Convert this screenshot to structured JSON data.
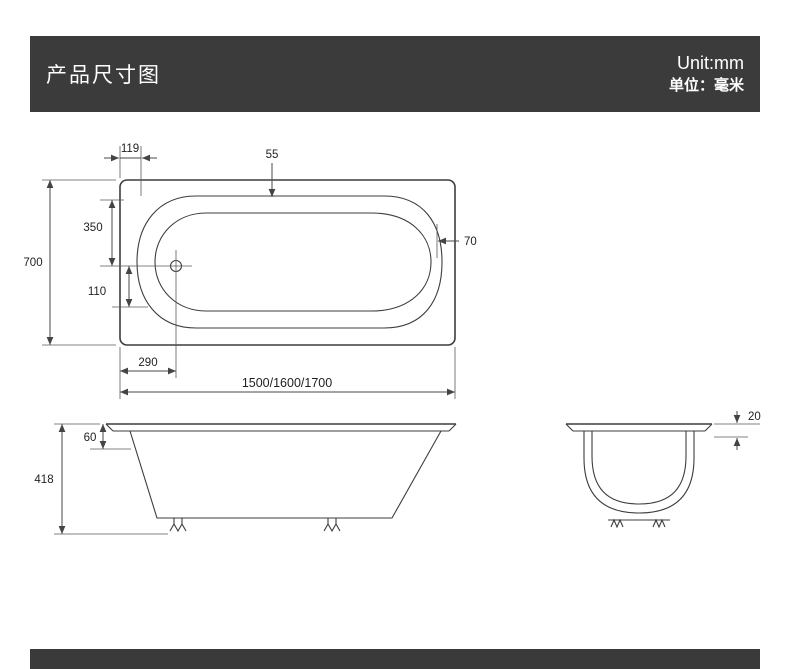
{
  "header": {
    "title": "产品尺寸图",
    "unit_en": "Unit:mm",
    "unit_cn": "单位：毫米"
  },
  "dimensions": {
    "top_view": {
      "left_rim_width": "119",
      "top_rim_width": "55",
      "faucet_to_inner_top": "350",
      "overall_width": "700",
      "right_rim_width": "70",
      "faucet_to_inner_bottom": "110",
      "faucet_offset_from_left": "290",
      "overall_length": "1500/1600/1700"
    },
    "side_view": {
      "rim_depth": "60",
      "overall_height": "418"
    },
    "end_view": {
      "rim_thickness": "20"
    }
  }
}
